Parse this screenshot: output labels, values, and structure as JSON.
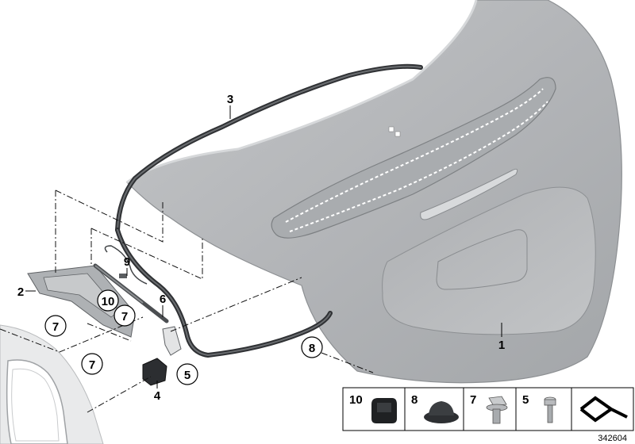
{
  "diagram": {
    "reference_number": "342604",
    "callouts": [
      {
        "id": "c1",
        "label": "1"
      },
      {
        "id": "c2",
        "label": "2"
      },
      {
        "id": "c3",
        "label": "3"
      },
      {
        "id": "c4",
        "label": "4"
      },
      {
        "id": "c5",
        "label": "5"
      },
      {
        "id": "c6",
        "label": "6"
      },
      {
        "id": "c7a",
        "label": "7"
      },
      {
        "id": "c7b",
        "label": "7"
      },
      {
        "id": "c7c",
        "label": "7"
      },
      {
        "id": "c8",
        "label": "8"
      },
      {
        "id": "c9",
        "label": "9"
      },
      {
        "id": "c10",
        "label": "10"
      }
    ],
    "legend": [
      {
        "label": "10",
        "icon": "rubber-buffer-icon"
      },
      {
        "label": "8",
        "icon": "rubber-grommet-icon"
      },
      {
        "label": "7",
        "icon": "collar-screw-icon"
      },
      {
        "label": "5",
        "icon": "screw-icon"
      },
      {
        "label": "",
        "icon": "seal-profile-icon"
      }
    ]
  }
}
